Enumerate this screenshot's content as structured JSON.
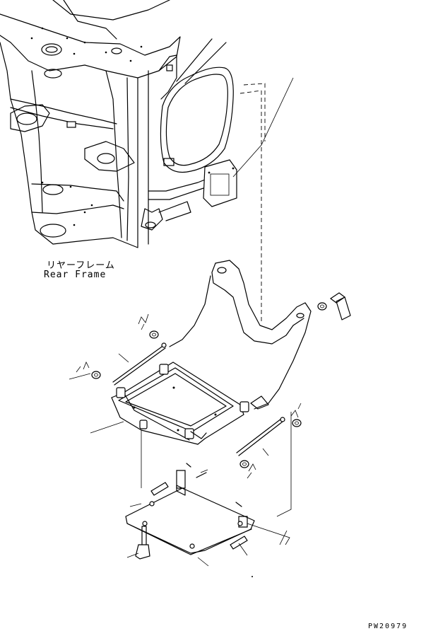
{
  "part_labels": {
    "rear_frame_jp": "リヤーフレーム",
    "rear_frame_en": "Rear Frame"
  },
  "drawing_code": "PW20979"
}
